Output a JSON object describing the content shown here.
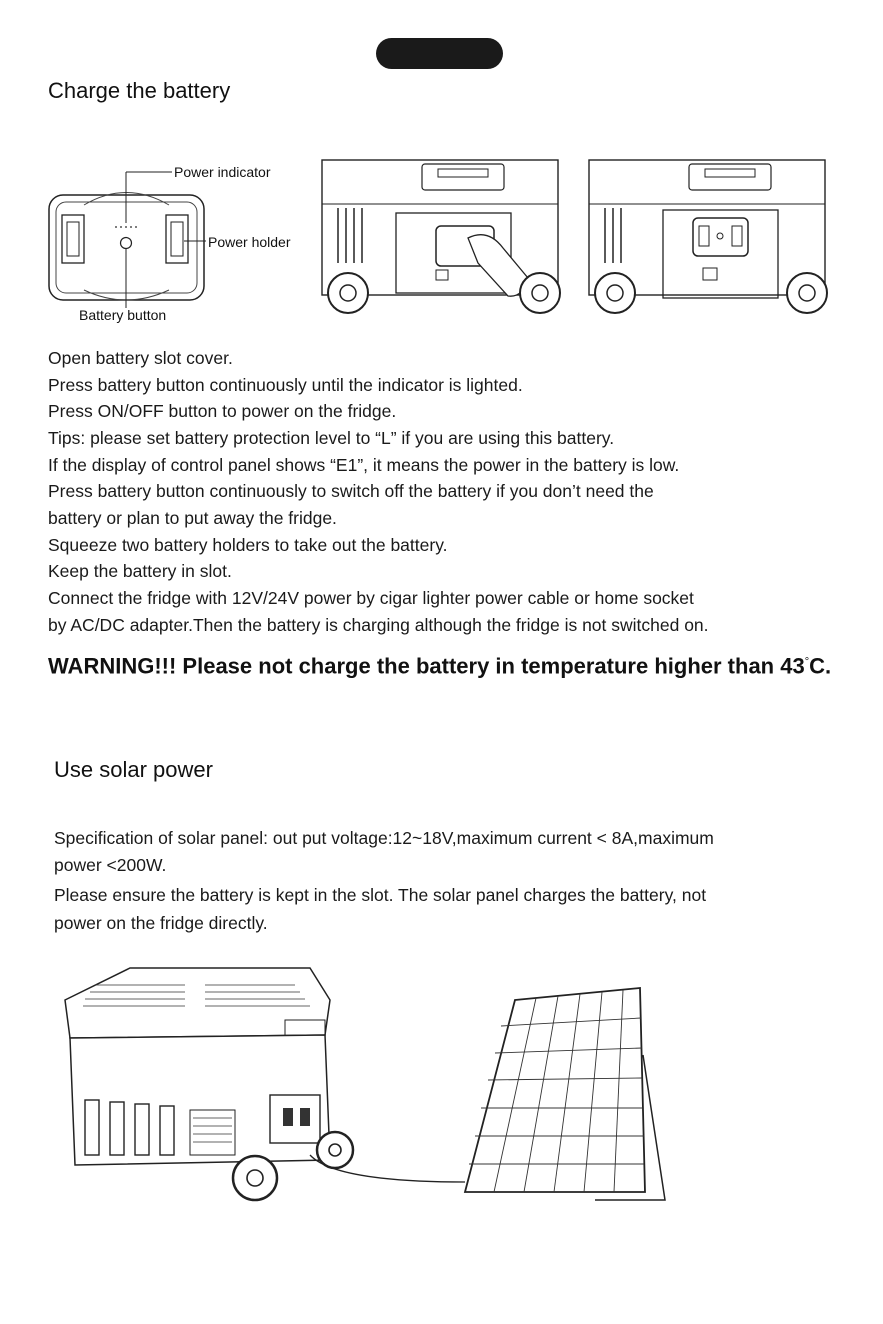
{
  "section_charge": {
    "title": "Charge the battery",
    "labels": {
      "power_indicator": "Power indicator",
      "power_holder": "Power holder",
      "battery_button": "Battery button"
    },
    "lines": [
      "Open battery slot cover.",
      "Press battery button continuously until the indicator is lighted.",
      "Press ON/OFF button to  power on the fridge.",
      "Tips: please set battery protection level to “L” if you are using this battery.",
      "If the display of control panel shows “E1”, it means the power in the battery is low.",
      "Press battery button continuously to switch off the battery if you don’t need the",
      "battery or plan to put away the fridge.",
      "Squeeze two battery holders to take out the battery.",
      "Keep the battery in slot.",
      "Connect the fridge with 12V/24V power by cigar lighter power cable or home socket",
      "by AC/DC adapter.Then the battery is charging although the fridge is not switched on."
    ],
    "warning_main": "WARNING!!! Please not charge the battery in temperature higher than 43",
    "warning_degree": "°",
    "warning_end": "C."
  },
  "section_solar": {
    "title": "Use solar power",
    "lines": [
      "Specification of solar panel: out put voltage:12~18V,maximum current < 8A,maximum",
      "power <200W.",
      "Please ensure the battery is kept in the slot. The solar panel charges the battery, not",
      "power on the fridge directly."
    ]
  }
}
